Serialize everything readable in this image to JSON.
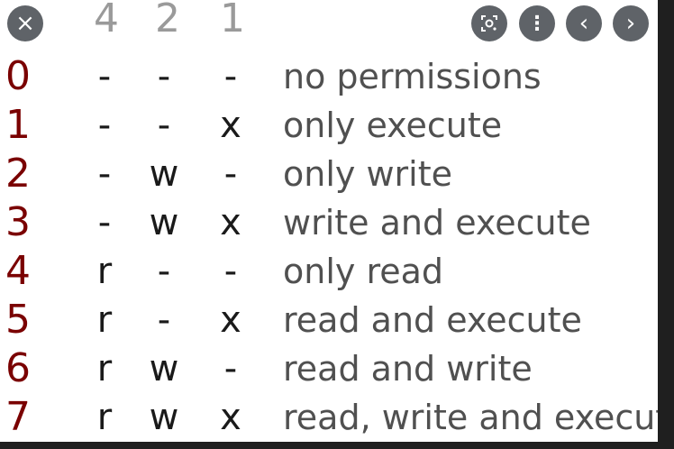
{
  "controls": {
    "close": "×",
    "lens": "lens",
    "more": "⋮",
    "prev": "‹",
    "next": "›"
  },
  "header": {
    "digits": [
      "4",
      "2",
      "1"
    ]
  },
  "rows": [
    {
      "num": "0",
      "r": "-",
      "w": "-",
      "x": "-",
      "desc": "no permissions"
    },
    {
      "num": "1",
      "r": "-",
      "w": "-",
      "x": "x",
      "desc": "only execute"
    },
    {
      "num": "2",
      "r": "-",
      "w": "w",
      "x": "-",
      "desc": "only write"
    },
    {
      "num": "3",
      "r": "-",
      "w": "w",
      "x": "x",
      "desc": "write and execute"
    },
    {
      "num": "4",
      "r": "r",
      "w": "-",
      "x": "-",
      "desc": "only read"
    },
    {
      "num": "5",
      "r": "r",
      "w": "-",
      "x": "x",
      "desc": "read and execute"
    },
    {
      "num": "6",
      "r": "r",
      "w": "w",
      "x": "-",
      "desc": "read and write"
    },
    {
      "num": "7",
      "r": "r",
      "w": "w",
      "x": "x",
      "desc": "read, write and execute"
    }
  ],
  "colors": {
    "number": "#7a0000",
    "header": "#9a9a9a",
    "permission": "#1a1a1a",
    "description": "#505050",
    "button": "#5f6368",
    "frame": "#1f1f1f"
  }
}
